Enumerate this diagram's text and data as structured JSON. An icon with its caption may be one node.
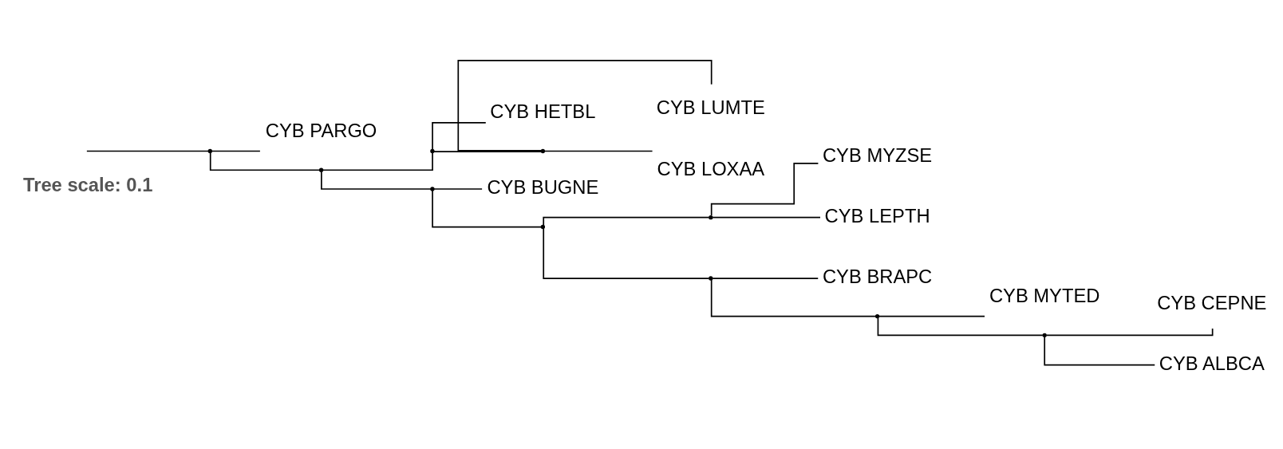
{
  "diagram": {
    "nodes": [
      {
        "text": [],
        "shape": "point"
      },
      {
        "text": [
          "CYB PARGO"
        ]
      },
      {
        "text": [],
        "shape": "point"
      },
      {
        "text": [],
        "shape": "point"
      },
      {
        "text": [
          "CYB HETBL"
        ]
      },
      {
        "text": [],
        "shape": "point"
      },
      {
        "text": [
          "CYB LUMTE"
        ]
      },
      {
        "text": [
          "CYB LOXAA"
        ]
      },
      {
        "text": [],
        "shape": "point"
      },
      {
        "text": [
          "CYB BUGNE"
        ]
      },
      {
        "text": [],
        "shape": "point"
      },
      {
        "text": [],
        "shape": "point"
      },
      {
        "text": [
          "CYB MYZSE"
        ]
      },
      {
        "text": [
          "CYB LEPTH"
        ]
      },
      {
        "text": [],
        "shape": "point"
      },
      {
        "text": [
          "CYB BRAPC"
        ]
      },
      {
        "text": [],
        "shape": "point"
      },
      {
        "text": [
          "CYB MYTED"
        ]
      },
      {
        "text": [],
        "shape": "point"
      },
      {
        "text": [
          "CYB CEPNE"
        ]
      },
      {
        "text": [
          "CYB ALBCA"
        ]
      }
    ],
    "edges": [
      {
        "from": null,
        "to": 0,
        "arrow": "none"
      },
      {
        "from": 0,
        "to": 1,
        "arrow": "none"
      },
      {
        "from": 0,
        "to": 2,
        "arrow": "none"
      },
      {
        "from": 2,
        "to": 3,
        "arrow": "none"
      },
      {
        "from": 3,
        "to": 4,
        "arrow": "none"
      },
      {
        "from": 3,
        "to": 5,
        "arrow": "none"
      },
      {
        "from": 5,
        "to": 6,
        "arrow": "none"
      },
      {
        "from": 5,
        "to": 7,
        "arrow": "none"
      },
      {
        "from": 2,
        "to": 8,
        "arrow": "none"
      },
      {
        "from": 8,
        "to": 9,
        "arrow": "none"
      },
      {
        "from": 8,
        "to": 10,
        "arrow": "none"
      },
      {
        "from": 10,
        "to": 11,
        "arrow": "none"
      },
      {
        "from": 11,
        "to": 12,
        "arrow": "none"
      },
      {
        "from": 11,
        "to": 13,
        "arrow": "none"
      },
      {
        "from": 10,
        "to": 14,
        "arrow": "none"
      },
      {
        "from": 14,
        "to": 15,
        "arrow": "none"
      },
      {
        "from": 14,
        "to": 16,
        "arrow": "none"
      },
      {
        "from": 16,
        "to": 17,
        "arrow": "none"
      },
      {
        "from": 16,
        "to": 18,
        "arrow": "none"
      },
      {
        "from": 18,
        "to": 19,
        "arrow": "none"
      },
      {
        "from": 18,
        "to": 20,
        "arrow": "none"
      }
    ],
    "labels": [
      "Tree scale: 0.1"
    ]
  }
}
